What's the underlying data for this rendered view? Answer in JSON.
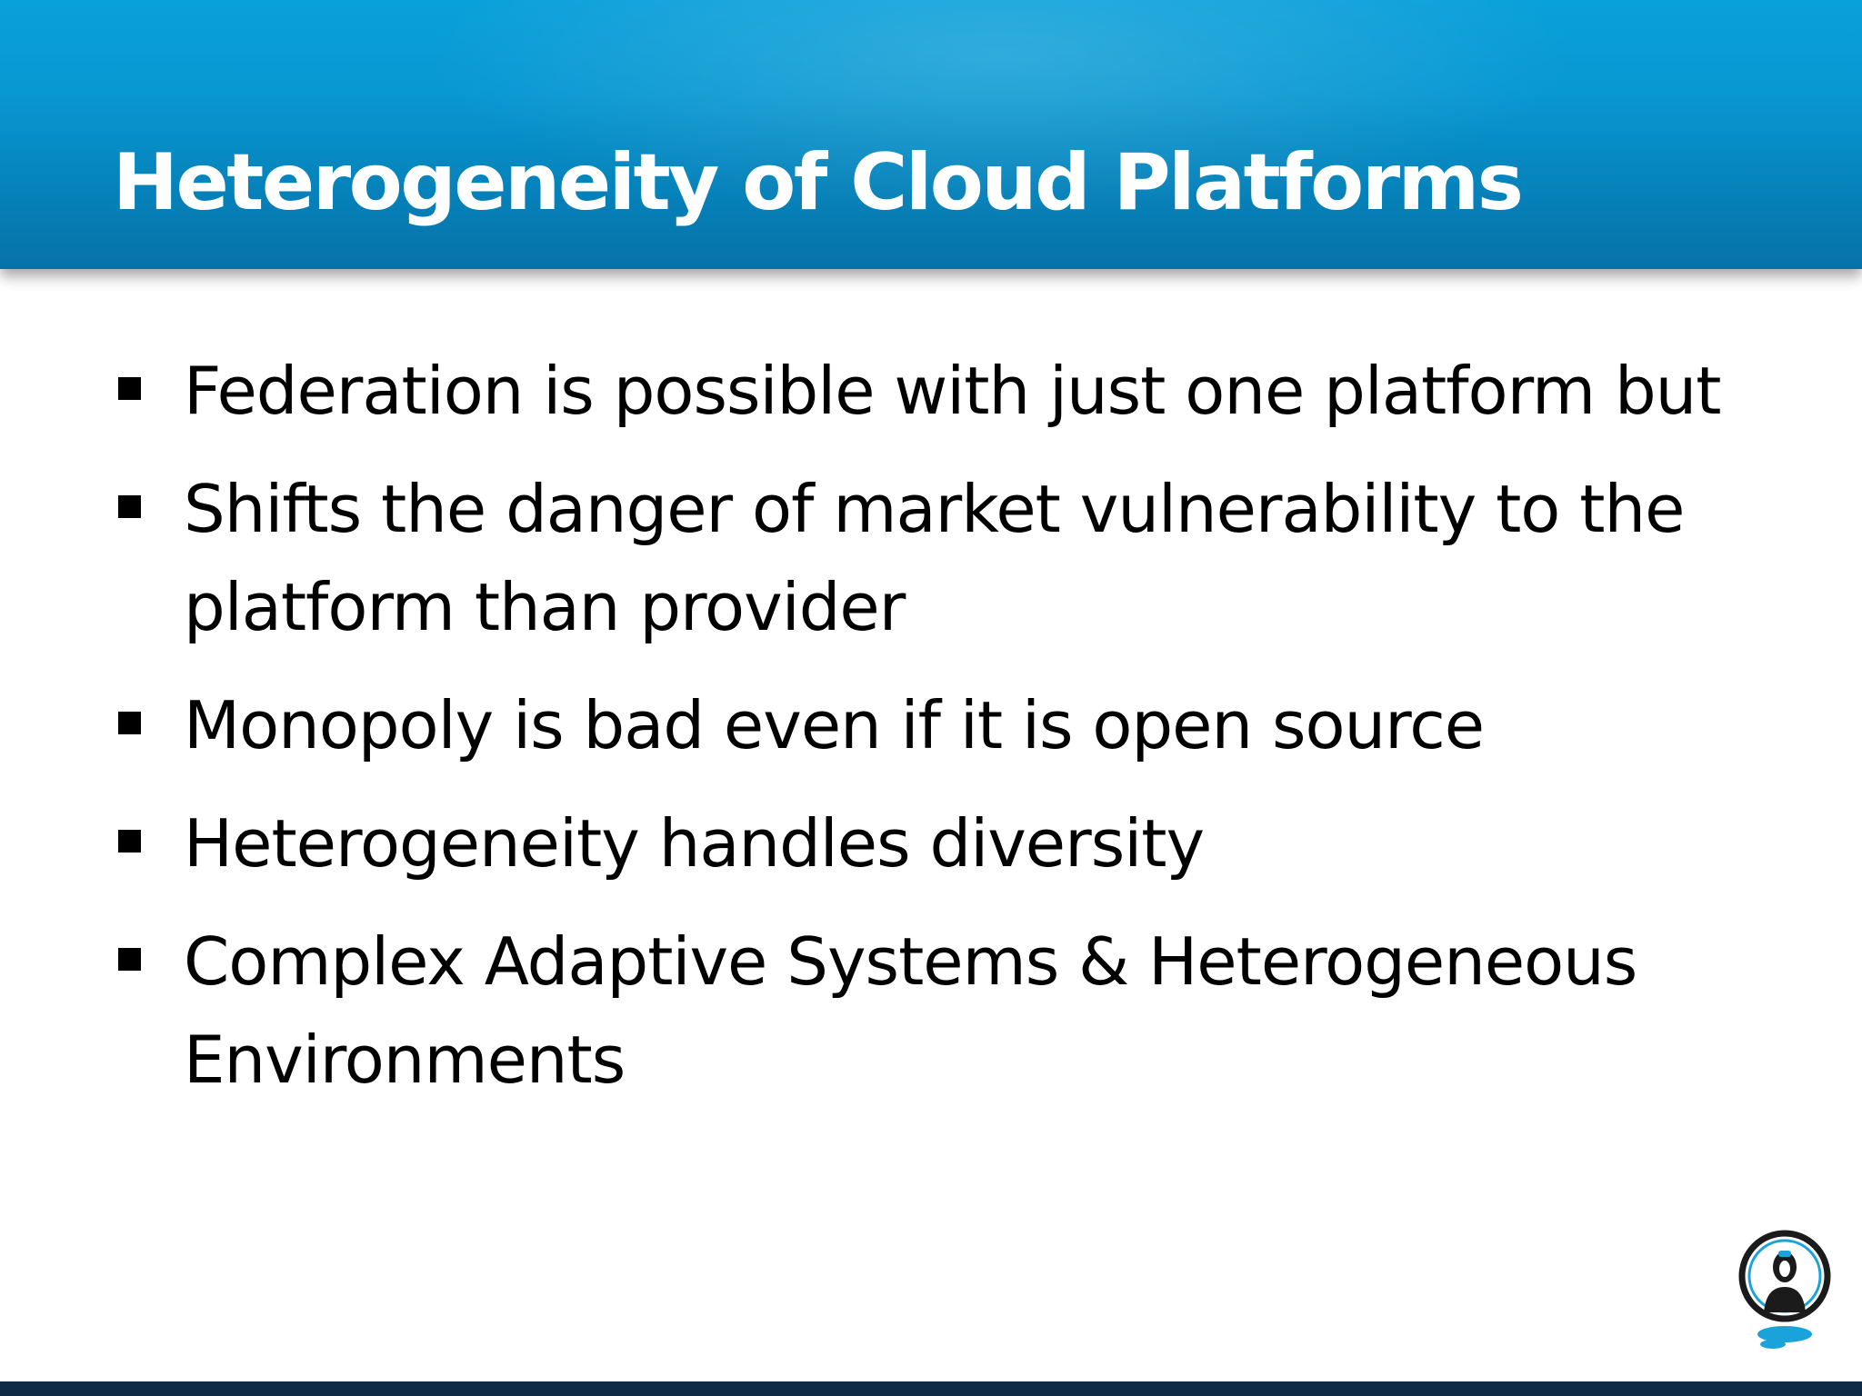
{
  "title": "Heterogeneity of Cloud Platforms",
  "bullets": [
    "Federation is possible with just one platform but",
    "Shifts the danger of market vulnerability to the platform than provider",
    "Monopoly is bad even if it is open source",
    "Heterogeneity handles diversity",
    "Complex Adaptive Systems & Heterogeneous Environments"
  ],
  "colors": {
    "header_blue": "#0898d2",
    "bottom_bar": "#0e2a45",
    "title_text": "#ffffff",
    "body_text": "#000000"
  },
  "logo": {
    "icon": "person-in-circle-logo-icon"
  }
}
